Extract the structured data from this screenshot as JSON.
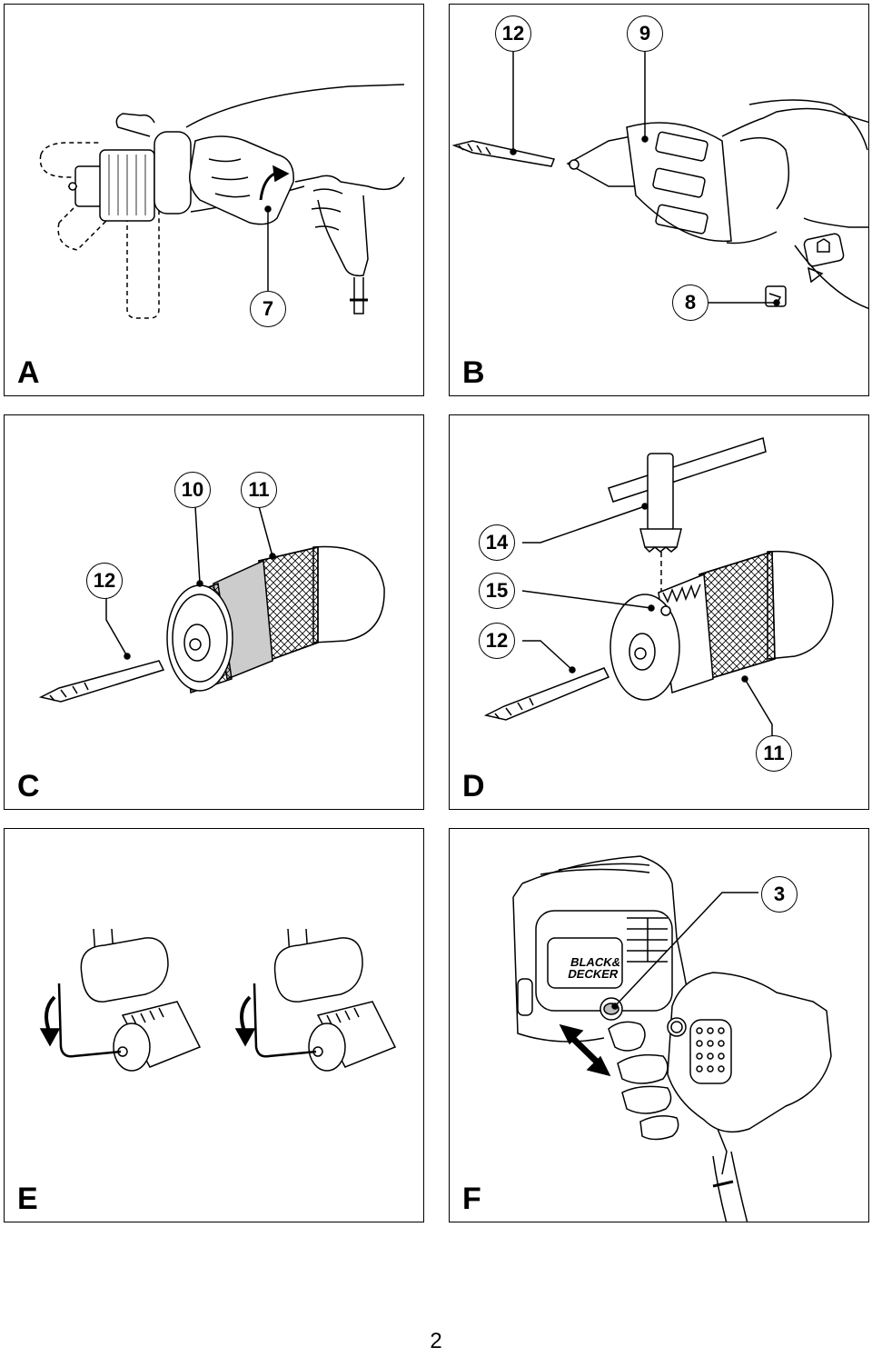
{
  "panels": [
    {
      "letter": "A",
      "callouts": [
        "7"
      ]
    },
    {
      "letter": "B",
      "callouts": [
        "12",
        "9",
        "8"
      ]
    },
    {
      "letter": "C",
      "callouts": [
        "10",
        "11",
        "12"
      ]
    },
    {
      "letter": "D",
      "callouts": [
        "14",
        "15",
        "12",
        "11"
      ]
    },
    {
      "letter": "E",
      "callouts": []
    },
    {
      "letter": "F",
      "callouts": [
        "3"
      ]
    }
  ],
  "brand": {
    "line1": "BLACK&",
    "line2": "DECKER"
  },
  "page_number": "2"
}
